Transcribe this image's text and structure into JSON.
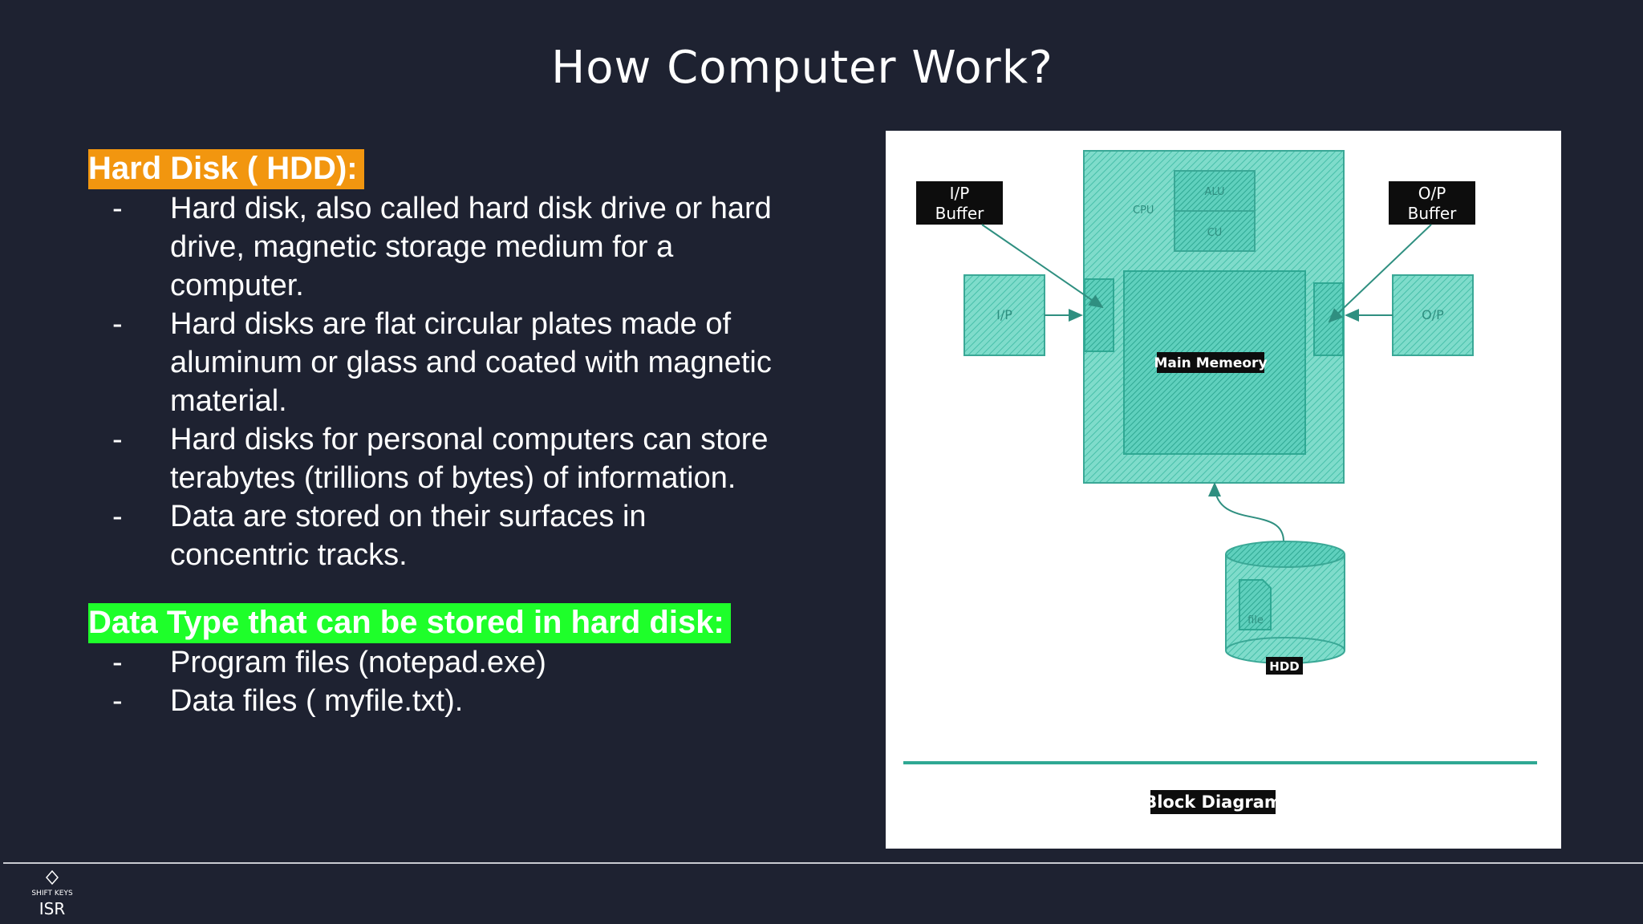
{
  "slide": {
    "title": "How Computer Work?"
  },
  "sections": [
    {
      "heading": "Hard Disk ( HDD):",
      "bullets": [
        {
          "dash": "-",
          "lines": [
            "Hard disk, also called hard disk drive or hard",
            "drive, magnetic storage medium for a",
            "computer."
          ]
        },
        {
          "dash": "-",
          "lines": [
            "Hard disks are flat circular plates made of",
            "aluminum or glass and coated with magnetic",
            "material."
          ]
        },
        {
          "dash": "-",
          "lines": [
            "Hard disks for personal computers can store",
            "terabytes (trillions of bytes) of information."
          ]
        },
        {
          "dash": "-",
          "lines": [
            "Data are stored on their surfaces in",
            "concentric tracks."
          ]
        }
      ]
    },
    {
      "heading": "Data Type that can be stored in hard disk:",
      "bullets": [
        {
          "dash": "-",
          "lines": [
            "Program files (notepad.exe)"
          ]
        },
        {
          "dash": "-",
          "lines": [
            "Data files ( myfile.txt)."
          ]
        }
      ]
    }
  ],
  "diagram": {
    "ip_buffer": [
      "I/P",
      "Buffer"
    ],
    "op_buffer": [
      "O/P",
      "Buffer"
    ],
    "ip": "I/P",
    "op": "O/P",
    "cpu": "CPU",
    "alu": "ALU",
    "cu": "CU",
    "main_memory": "Main Memeory",
    "file": "file",
    "hdd": "HDD",
    "caption": "Block Diagram"
  },
  "colors": {
    "background": "#1e2231",
    "heading_orange": "#f2960f",
    "heading_green": "#1eff2a",
    "diagram_teal": "#5fd0bd"
  },
  "logo": {
    "lines": [
      "SHIFT KEYS",
      "ISR"
    ]
  }
}
